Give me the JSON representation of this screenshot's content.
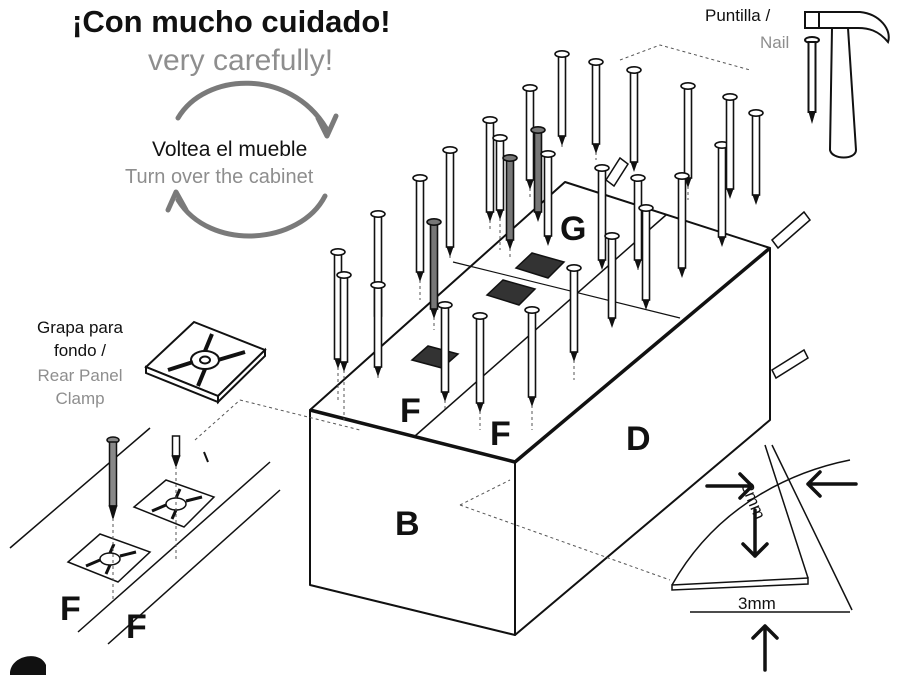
{
  "heading": {
    "title": "¡Con mucho cuidado!",
    "subtitle": "very carefully!"
  },
  "turn": {
    "es": "Voltea el mueble",
    "en": "Turn over the cabinet"
  },
  "clamp": {
    "es_line1": "Grapa para",
    "es_line2": "fondo /",
    "en_line1": "Rear Panel",
    "en_line2": "Clamp"
  },
  "nail": {
    "es": "Puntilla /",
    "en": "Nail"
  },
  "parts": {
    "g": "G",
    "f": "F",
    "d": "D",
    "b": "B"
  },
  "gap": {
    "vertical": "3mm",
    "horizontal": "3mm"
  },
  "colors": {
    "ink": "#111111",
    "secondary_text": "#8e8e8e",
    "arrow_gray": "#7a7a7a",
    "dark_nail": "#777777"
  },
  "icons": {
    "hammer": "hammer-icon",
    "rotate": "rotate-arrows-icon"
  }
}
